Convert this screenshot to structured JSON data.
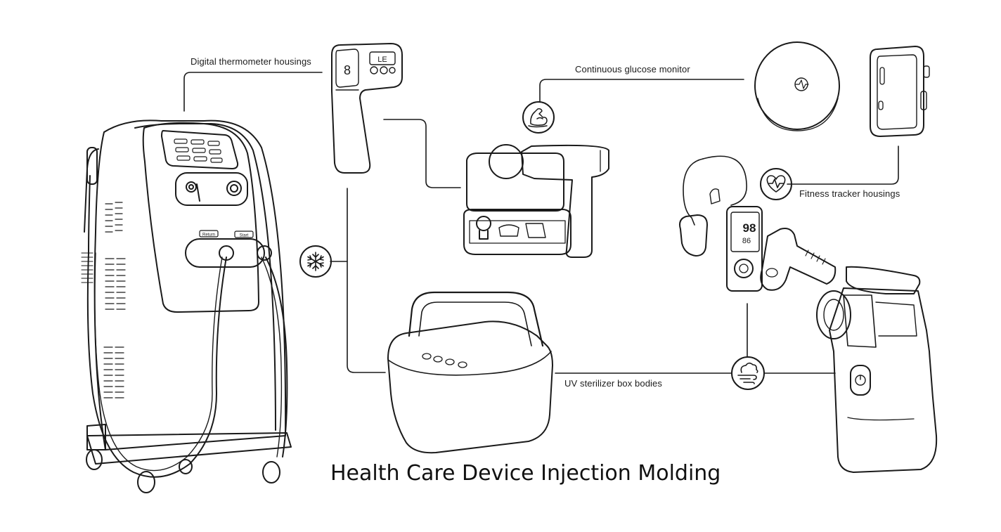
{
  "title": "Health Care Device Injection Molding",
  "labels": {
    "thermometer": "Digital thermometer housings",
    "glucose": "Continuous glucose monitor",
    "fitness": "Fitness tracker housings",
    "uv_box": "UV sterilizer box bodies"
  },
  "device_text": {
    "therm_screen": "8",
    "therm_screen_small": "LE",
    "oximeter_main": "98",
    "oximeter_sub": "86",
    "machine_btn_left": "Return",
    "machine_btn_right": "Start"
  },
  "icons": [
    "snowflake-icon",
    "bicep-icon",
    "heart-pulse-icon",
    "cloud-wind-icon"
  ],
  "colors": {
    "line": "#1a1a1a",
    "background": "#ffffff"
  }
}
